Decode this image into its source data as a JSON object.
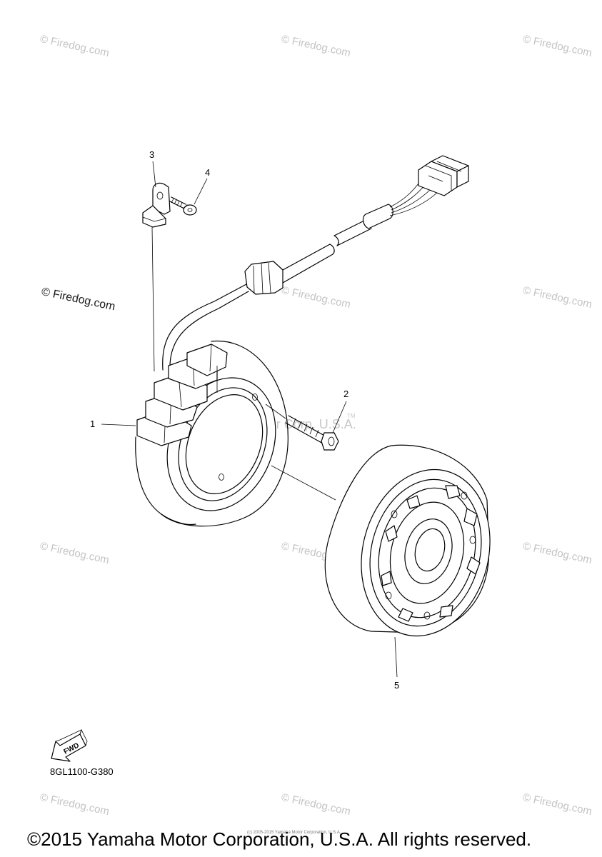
{
  "watermarks": {
    "text": "© Firedog.com",
    "mid_text": "Yamaha Motor Corp, U.S.A.",
    "mid_mark": "TM"
  },
  "callouts": [
    "1",
    "2",
    "3",
    "4",
    "5"
  ],
  "fwd_label": "FWD",
  "part_code": "8GL1100-G380",
  "tiny_copyright": "(c) 2005-2015 Yamaha Motor Corporation, U.S.A.",
  "footer_copyright": "©2015 Yamaha Motor Corporation, U.S.A. All rights reserved.",
  "colors": {
    "line": "#000000",
    "watermark": "#c4c4c4"
  }
}
